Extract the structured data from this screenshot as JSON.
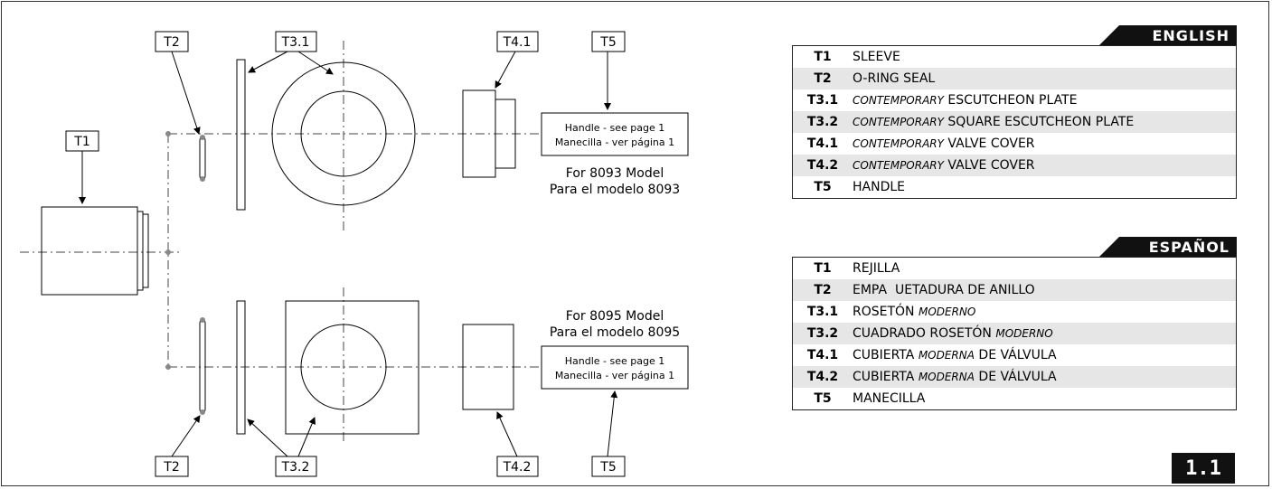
{
  "callouts": {
    "t1": "T1",
    "t2_top": "T2",
    "t31": "T3.1",
    "t41": "T4.1",
    "t5_top": "T5",
    "t2_bottom": "T2",
    "t32": "T3.2",
    "t42": "T4.2",
    "t5_bottom": "T5"
  },
  "handle_note_top": {
    "line1": "Handle - see page 1",
    "line2": "Manecilla - ver página 1"
  },
  "handle_note_bottom": {
    "line1": "Handle - see page 1",
    "line2": "Manecilla - ver página 1"
  },
  "model_top": {
    "line1": "For 8093 Model",
    "line2": "Para el modelo 8093"
  },
  "model_bottom": {
    "line1": "For 8095 Model",
    "line2": "Para el modelo 8095"
  },
  "english": {
    "title": "ENGLISH",
    "items": [
      {
        "code": "T1",
        "prefix": "",
        "text": "SLEEVE",
        "suffix": ""
      },
      {
        "code": "T2",
        "prefix": "",
        "text": "O-RING SEAL",
        "suffix": ""
      },
      {
        "code": "T3.1",
        "prefix": "CONTEMPORARY",
        "text": "ESCUTCHEON PLATE",
        "suffix": ""
      },
      {
        "code": "T3.2",
        "prefix": "CONTEMPORARY",
        "text": "SQUARE ESCUTCHEON PLATE",
        "suffix": ""
      },
      {
        "code": "T4.1",
        "prefix": "CONTEMPORARY",
        "text": "VALVE COVER",
        "suffix": ""
      },
      {
        "code": "T4.2",
        "prefix": "CONTEMPORARY",
        "text": "VALVE COVER",
        "suffix": ""
      },
      {
        "code": "T5",
        "prefix": "",
        "text": "HANDLE",
        "suffix": ""
      }
    ]
  },
  "spanish": {
    "title": "ESPAÑOL",
    "items": [
      {
        "code": "T1",
        "prefix": "",
        "text": "REJILLA",
        "italic": "",
        "tail": ""
      },
      {
        "code": "T2",
        "prefix": "",
        "text": "EMPA  UETADURA DE ANILLO",
        "italic": "",
        "tail": ""
      },
      {
        "code": "T3.1",
        "prefix": "",
        "text": "ROSETÓN",
        "italic": "MODERNO",
        "tail": ""
      },
      {
        "code": "T3.2",
        "prefix": "",
        "text": "CUADRADO ROSETÓN",
        "italic": "MODERNO",
        "tail": ""
      },
      {
        "code": "T4.1",
        "prefix": "",
        "text": "CUBIERTA",
        "italic": "MODERNA",
        "tail": "DE VÁLVULA"
      },
      {
        "code": "T4.2",
        "prefix": "",
        "text": "CUBIERTA",
        "italic": "MODERNA",
        "tail": "DE VÁLVULA"
      },
      {
        "code": "T5",
        "prefix": "",
        "text": "MANECILLA",
        "italic": "",
        "tail": ""
      }
    ]
  },
  "page_number": "1.1"
}
